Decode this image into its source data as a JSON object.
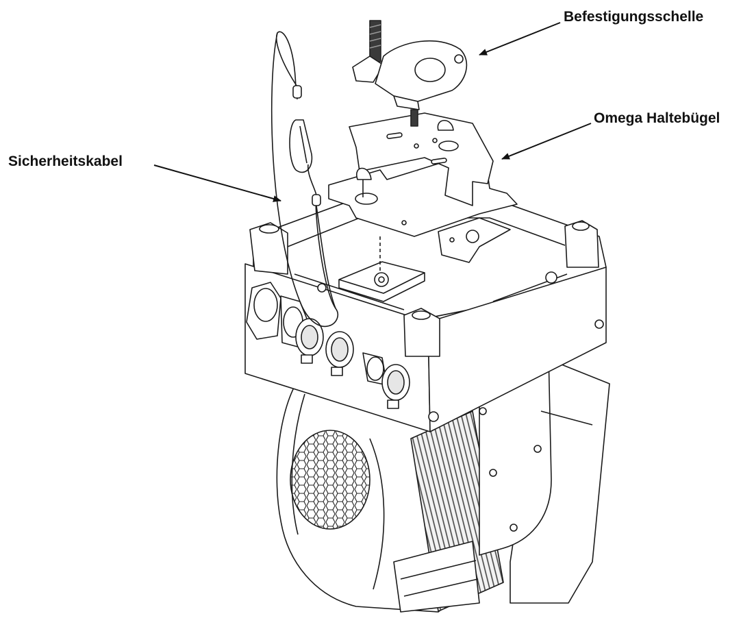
{
  "labels": {
    "clamp": "Befestigungsschelle",
    "bracket": "Omega Haltebügel",
    "safety_cable": "Sicherheitskabel"
  },
  "colors": {
    "line": "#1a1a1a",
    "body_fill": "#ffffff",
    "shade": "#d9d9d9",
    "dark": "#555555"
  }
}
